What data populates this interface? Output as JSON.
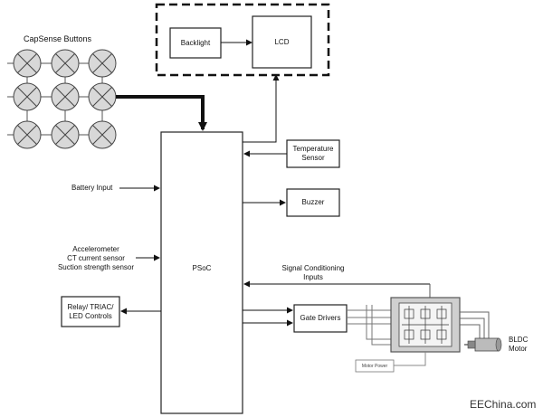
{
  "diagram": {
    "capsense": {
      "label": "CapSense Buttons",
      "rows": 3,
      "cols": 3
    },
    "backlight": {
      "label": "Backlight"
    },
    "lcd": {
      "label": "LCD"
    },
    "temperature_sensor": {
      "label": "Temperature\nSensor"
    },
    "buzzer": {
      "label": "Buzzer"
    },
    "psoc": {
      "label": "PSoC"
    },
    "battery_input": {
      "label": "Battery  Input"
    },
    "sensors": {
      "label": "Accelerometer\nCT current sensor\nSuction strength sensor"
    },
    "relay": {
      "label": "Relay/ TRIAC/\nLED Controls"
    },
    "signal_conditioning": {
      "label": "Signal Conditioning\nInputs"
    },
    "gate_drivers": {
      "label": "Gate Drivers"
    },
    "bldc_motor": {
      "label": "BLDC\nMotor"
    },
    "motor_power": {
      "label": "Motor Power"
    },
    "watermark": "EEChina.com"
  },
  "colors": {
    "line": "#111111",
    "box_border": "#222222",
    "button_fill": "#d8d8d8",
    "inverter_fill": "#cfcfcf"
  }
}
